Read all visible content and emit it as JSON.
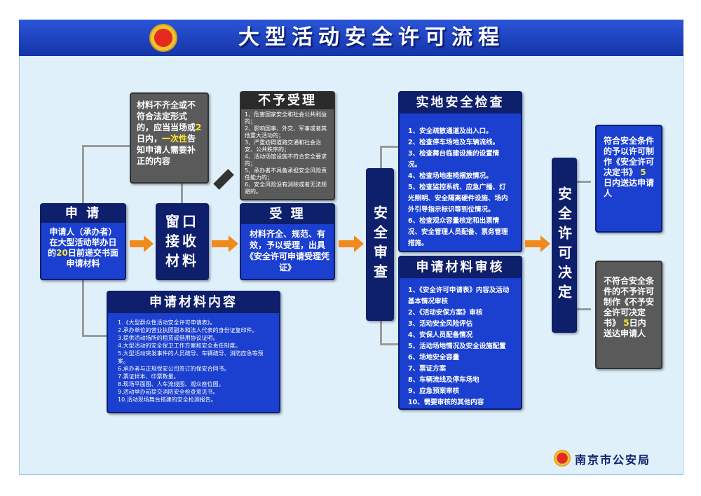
{
  "title": "大型活动安全许可流程",
  "apply": {
    "title": "申 请",
    "text_a": "申请人（承办者）在大型活动举办日的",
    "days": "20",
    "text_b": "日前递交书面申请材料"
  },
  "incomplete": {
    "text_a": "材料不齐全或不符合法定形式的，应当当场或",
    "days": "2",
    "text_b": "日内，",
    "highlight": "一次性",
    "text_c": "告知申请人需要补正的内容"
  },
  "window": {
    "title": "窗口接收材料"
  },
  "reject": {
    "title": "不予受理",
    "items": [
      "1、危害国家安全和社会公共利益的；",
      "2、影响国事、外交、军事或者其他重大活动的；",
      "3、严重妨碍道路交通和社会治安、公共秩序的；",
      "4、活动场馆设施不符合安全要求的；",
      "5、承办者不具备承担安全风险责任能力的；",
      "6、安全风险没有消除或者无法规避的。"
    ]
  },
  "accept": {
    "title": "受 理",
    "text": "材料齐全、规范、有效，予以受理，出具《安全许可申请受理凭证》"
  },
  "materials": {
    "title": "申请材料内容",
    "items": [
      "1.《大型群众性活动安全许可申请表》。",
      "2.承办单位的营业执照副本和法人代表的身份证复印件。",
      "3.提供活动场所的租赁或借用协议证明。",
      "4.大型活动的安全保卫工作方案和安全责任制度。",
      "5.大型活动突发事件的人员疏导、车辆疏导、消防应急等预案。",
      "6.承办者与正规保安公司签订的保安合同书。",
      "7.票证样本、印票数量。",
      "8.现场平面图、人车流线图、观众座位图。",
      "9.活动举办前提交消防安全检查意见书。",
      "10.活动现场舞台搭建的安全检测报告。"
    ]
  },
  "review": {
    "title": "安全审查"
  },
  "site_check": {
    "title": "实地安全检查",
    "items": [
      "1、安全疏散通道及出入口。",
      "2、检查停车场地及车辆流线。",
      "3、检查舞台临建设施的设置情况。",
      "4、检查场地座椅摆放情况。",
      "5、检查监控系统、应急广播、灯光照明、安全隔离硬件设施、场内外引导指示标识等到位情况。",
      "6、检查观众容量核定和出票情况、安全管理人员配备、票务管理措施。"
    ]
  },
  "doc_review": {
    "title": "申请材料审核",
    "items": [
      "1、《安全许可申请表》内容及活动基本情况审核",
      "2、《活动安保方案》审核",
      "3、活动安全风险评估",
      "4、安保人员配备情况",
      "5、活动场地情况及安全设施配置",
      "6、场地安全容量",
      "7、票证方案",
      "8、车辆流线及停车场地",
      "9、应急预案审核",
      "10、需要审核的其他内容"
    ]
  },
  "decision": {
    "title": "安全许可决定"
  },
  "grant": {
    "text_a": "符合安全条件的予以许可制作《安全许可决定书》",
    "days": "5",
    "text_b": "日内送达申请人"
  },
  "deny": {
    "text_a": "不符合安全条件的不予许可制作《不予安全许可决定书》",
    "days": "5",
    "text_b": "日内送达申请人"
  },
  "footer": {
    "org": "南京市公安局"
  },
  "colors": {
    "blue": "#1b3fcf",
    "navy": "#0e1f6b",
    "orange": "#f08a1c",
    "gray": "#5a5a5a"
  }
}
